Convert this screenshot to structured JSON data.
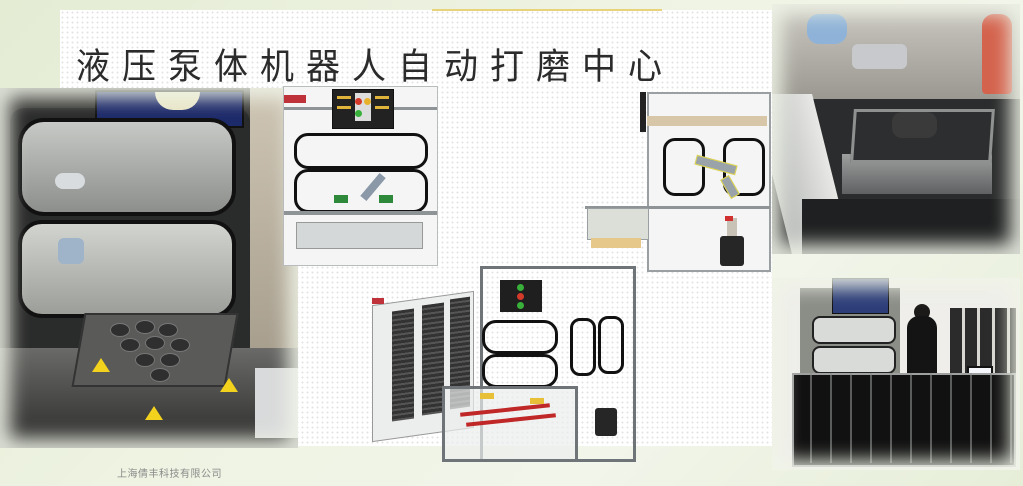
{
  "slide": {
    "title": "液压泵体机器人自动打磨中心",
    "footer_company": "上海倩丰科技有限公司",
    "accent_color": "#e8d27a",
    "background_color": "#e8efdc",
    "title_color": "#2b2b2b"
  },
  "images": [
    {
      "id": "photo-left",
      "kind": "photo",
      "description": "Robot grinding cell with two rounded windows, fixture plate with pucks, yellow warning labels"
    },
    {
      "id": "cad-front",
      "kind": "cad-drawing",
      "description": "Front view CAD rendering with HMI screen and rounded windows, robot arm inside"
    },
    {
      "id": "cad-side",
      "kind": "cad-drawing",
      "description": "Side view CAD rendering with yellow/gray robot arm and black drum"
    },
    {
      "id": "cad-iso",
      "kind": "cad-drawing",
      "description": "Isometric CAD rendering of cell with cabinets, frame and HMI"
    },
    {
      "id": "photo-right-top",
      "kind": "photo",
      "description": "Robot arm grinding pump body on fixture plate"
    },
    {
      "id": "photo-right-bottom",
      "kind": "photo",
      "description": "Operator at grinding center with parts bins and laptop"
    }
  ]
}
